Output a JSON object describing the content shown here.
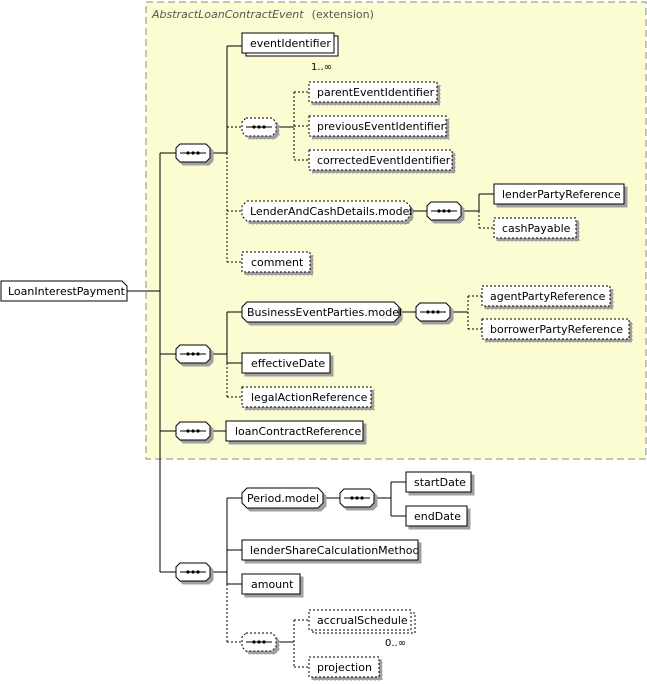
{
  "extension": {
    "type_name": "AbstractLoanContractEvent",
    "suffix": "(extension)"
  },
  "root": {
    "label": "LoanInterestPayment"
  },
  "elements": {
    "eventIdentifier": "eventIdentifier",
    "parentEventIdentifier": "parentEventIdentifier",
    "previousEventIdentifier": "previousEventIdentifier",
    "correctedEventIdentifier": "correctedEventIdentifier",
    "lenderAndCashDetails": "LenderAndCashDetails.model",
    "lenderPartyReference": "lenderPartyReference",
    "cashPayable": "cashPayable",
    "comment": "comment",
    "businessEventParties": "BusinessEventParties.model",
    "agentPartyReference": "agentPartyReference",
    "borrowerPartyReference": "borrowerPartyReference",
    "effectiveDate": "effectiveDate",
    "legalActionReference": "legalActionReference",
    "loanContractReference": "loanContractReference",
    "periodModel": "Period.model",
    "startDate": "startDate",
    "endDate": "endDate",
    "lenderShareCalculationMethod": "lenderShareCalculationMethod",
    "amount": "amount",
    "accrualSchedule": "accrualSchedule",
    "projection": "projection"
  },
  "cardinality": {
    "eventIdentifier": "1..∞",
    "accrualSchedule": "0..∞"
  }
}
